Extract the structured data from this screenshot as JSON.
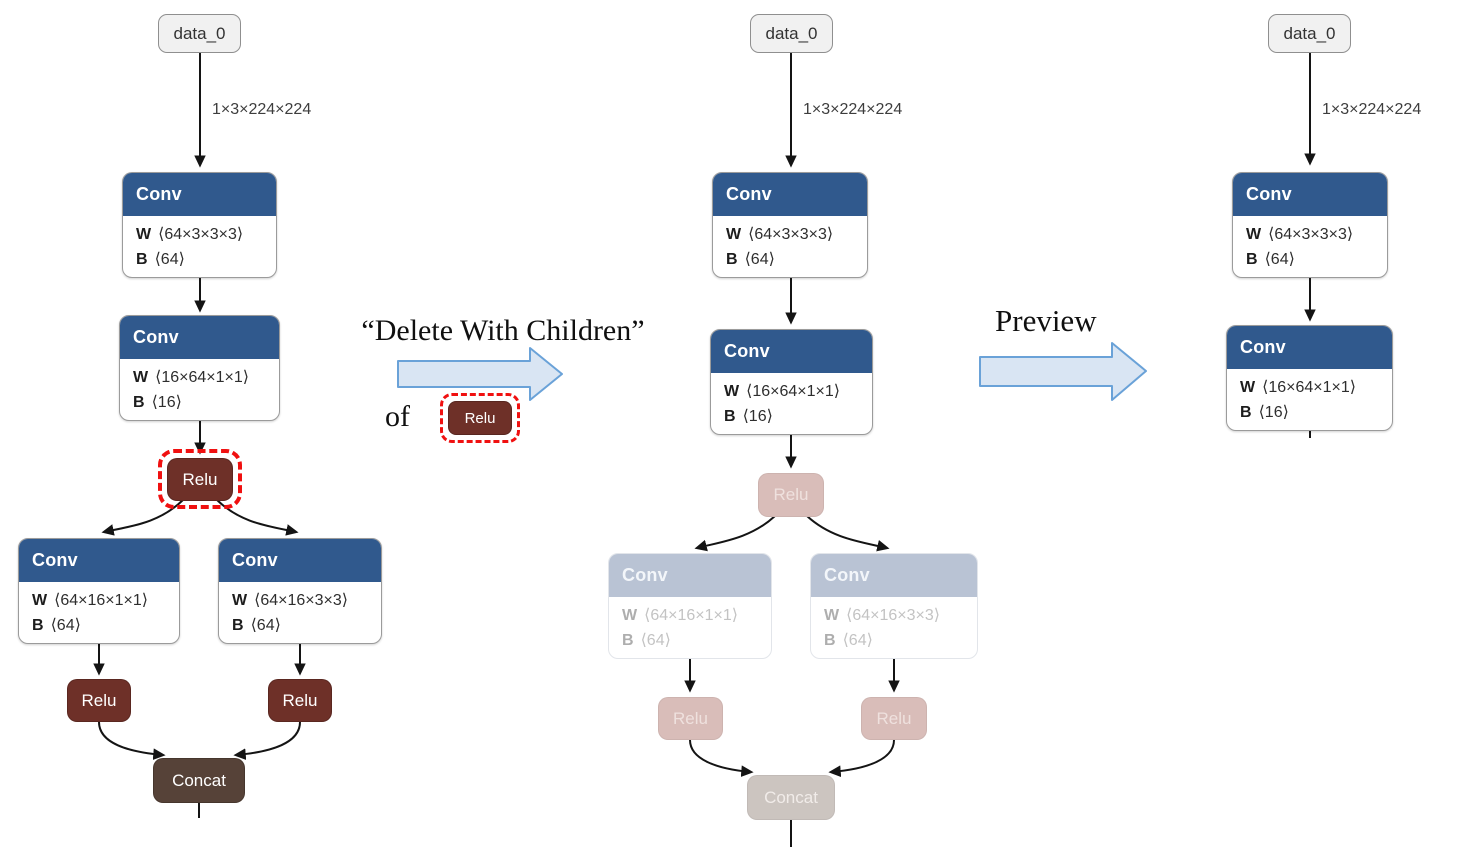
{
  "figure": {
    "action_title": "“Delete With Children”",
    "action_of": "of",
    "action_chip_label": "Relu",
    "preview_title": "Preview"
  },
  "colors": {
    "conv_header": "#30598d",
    "conv_header_faded": "#b9c3d4",
    "relu": "#6e3028",
    "relu_faded": "#d9bdb9",
    "concat": "#564238",
    "concat_faded": "#ccc5c0",
    "input_fill": "#f1f1f1",
    "selection_dash": "#f01010",
    "flow_arrow_fill": "#d9e5f3",
    "flow_arrow_stroke": "#6aa2d8",
    "edge": "#141414"
  },
  "diagrams": {
    "left": {
      "input": "data_0",
      "edge_label": "1×3×224×224",
      "conv1": {
        "title": "Conv",
        "rows": [
          {
            "k": "W",
            "v": "⟨64×3×3×3⟩"
          },
          {
            "k": "B",
            "v": "⟨64⟩"
          }
        ]
      },
      "conv2": {
        "title": "Conv",
        "rows": [
          {
            "k": "W",
            "v": "⟨16×64×1×1⟩"
          },
          {
            "k": "B",
            "v": "⟨16⟩"
          }
        ]
      },
      "relu1": "Relu",
      "conv3": {
        "title": "Conv",
        "rows": [
          {
            "k": "W",
            "v": "⟨64×16×1×1⟩"
          },
          {
            "k": "B",
            "v": "⟨64⟩"
          }
        ]
      },
      "conv4": {
        "title": "Conv",
        "rows": [
          {
            "k": "W",
            "v": "⟨64×16×3×3⟩"
          },
          {
            "k": "B",
            "v": "⟨64⟩"
          }
        ]
      },
      "relu2": "Relu",
      "relu3": "Relu",
      "concat": "Concat"
    },
    "middle": {
      "input": "data_0",
      "edge_label": "1×3×224×224",
      "conv1": {
        "title": "Conv",
        "rows": [
          {
            "k": "W",
            "v": "⟨64×3×3×3⟩"
          },
          {
            "k": "B",
            "v": "⟨64⟩"
          }
        ]
      },
      "conv2": {
        "title": "Conv",
        "rows": [
          {
            "k": "W",
            "v": "⟨16×64×1×1⟩"
          },
          {
            "k": "B",
            "v": "⟨16⟩"
          }
        ]
      },
      "relu1": "Relu",
      "conv3": {
        "title": "Conv",
        "rows": [
          {
            "k": "W",
            "v": "⟨64×16×1×1⟩"
          },
          {
            "k": "B",
            "v": "⟨64⟩"
          }
        ]
      },
      "conv4": {
        "title": "Conv",
        "rows": [
          {
            "k": "W",
            "v": "⟨64×16×3×3⟩"
          },
          {
            "k": "B",
            "v": "⟨64⟩"
          }
        ]
      },
      "relu2": "Relu",
      "relu3": "Relu",
      "concat": "Concat"
    },
    "right": {
      "input": "data_0",
      "edge_label": "1×3×224×224",
      "conv1": {
        "title": "Conv",
        "rows": [
          {
            "k": "W",
            "v": "⟨64×3×3×3⟩"
          },
          {
            "k": "B",
            "v": "⟨64⟩"
          }
        ]
      },
      "conv2": {
        "title": "Conv",
        "rows": [
          {
            "k": "W",
            "v": "⟨16×64×1×1⟩"
          },
          {
            "k": "B",
            "v": "⟨16⟩"
          }
        ]
      }
    }
  }
}
